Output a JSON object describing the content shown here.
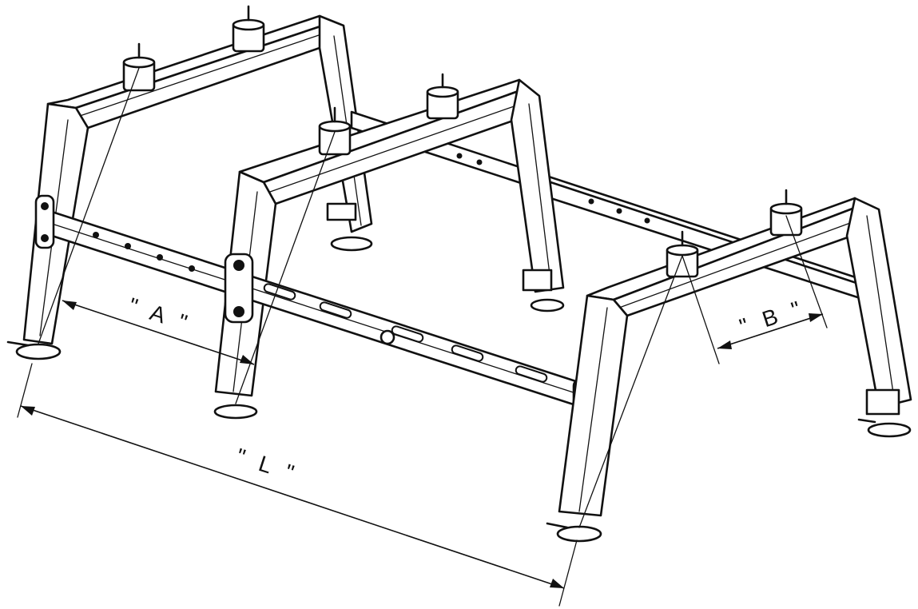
{
  "dimensions": {
    "A": "\" A \"",
    "B": "\" B \"",
    "L": "\" L \""
  }
}
